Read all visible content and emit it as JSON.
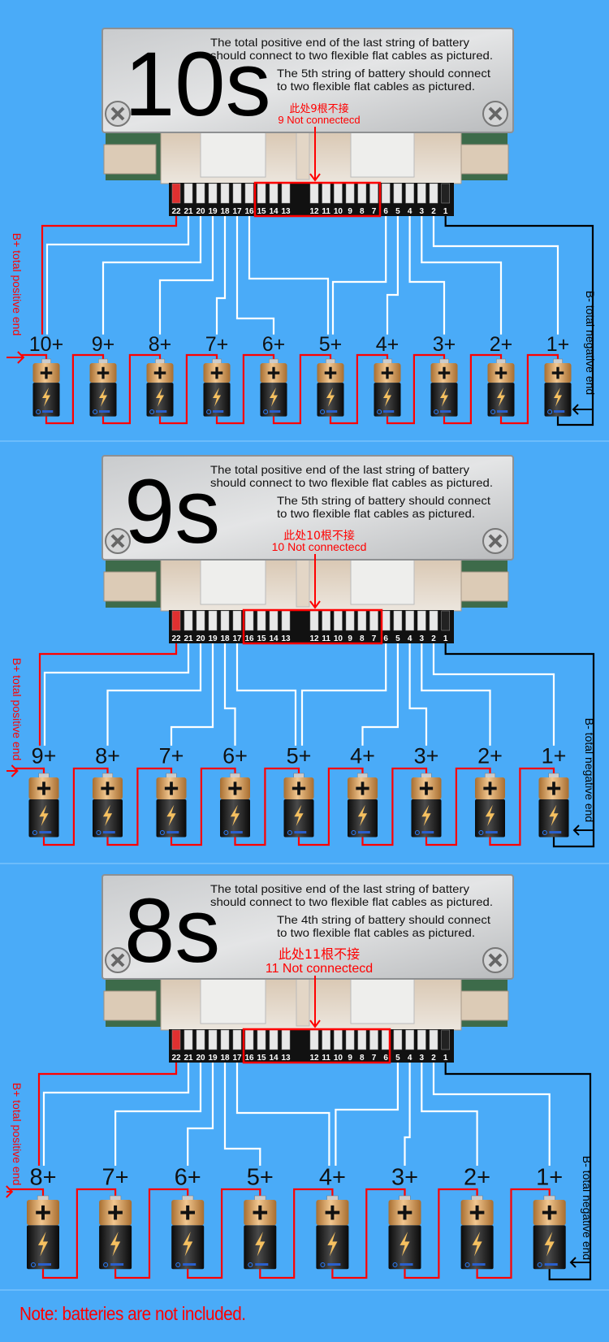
{
  "colors": {
    "background": "#4aabf8",
    "positive_wire": "#ff0000",
    "sense_wire": "#ffffff",
    "negative_wire": "#000000"
  },
  "pin_labels": [
    "22",
    "21",
    "20",
    "19",
    "18",
    "17",
    "16",
    "15",
    "14",
    "13",
    "12",
    "11",
    "10",
    "9",
    "8",
    "7",
    "6",
    "5",
    "4",
    "3",
    "2",
    "1"
  ],
  "panels": [
    {
      "title": "10s",
      "note_top": [
        "The total positive end of the last string of battery",
        "should connect to two flexible flat cables as pictured."
      ],
      "note_mid": [
        "The 5th string of battery should connect",
        "to two flexible flat cables as pictured."
      ],
      "cn_note": "此处9根不接",
      "en_note": "9 Not connectecd",
      "b_plus_label": "B+ total positive end",
      "b_minus_label": "B- total negative end",
      "battery_labels": [
        "10+",
        "9+",
        "8+",
        "7+",
        "6+",
        "5+",
        "4+",
        "3+",
        "2+",
        "1+"
      ]
    },
    {
      "title": "9s",
      "note_top": [
        "The total positive end of the last string of battery",
        "should connect to two flexible flat cables as pictured."
      ],
      "note_mid": [
        "The 5th string of battery should connect",
        "to two flexible flat cables as pictured."
      ],
      "cn_note": "此处10根不接",
      "en_note": "10 Not connectecd",
      "b_plus_label": "B+ total positive end",
      "b_minus_label": "B- total negative end",
      "battery_labels": [
        "9+",
        "8+",
        "7+",
        "6+",
        "5+",
        "4+",
        "3+",
        "2+",
        "1+"
      ]
    },
    {
      "title": "8s",
      "note_top": [
        "The total positive end of the last string of battery",
        "should connect to two flexible flat cables as pictured."
      ],
      "note_mid": [
        "The 4th string of battery should connect",
        "to two flexible flat cables as pictured."
      ],
      "cn_note": "此处11根不接",
      "en_note": "11 Not connectecd",
      "b_plus_label": "B+ total positive end",
      "b_minus_label": "B- total negative end",
      "battery_labels": [
        "8+",
        "7+",
        "6+",
        "5+",
        "4+",
        "3+",
        "2+",
        "1+"
      ]
    }
  ],
  "footer_note": "Note: batteries are not included."
}
